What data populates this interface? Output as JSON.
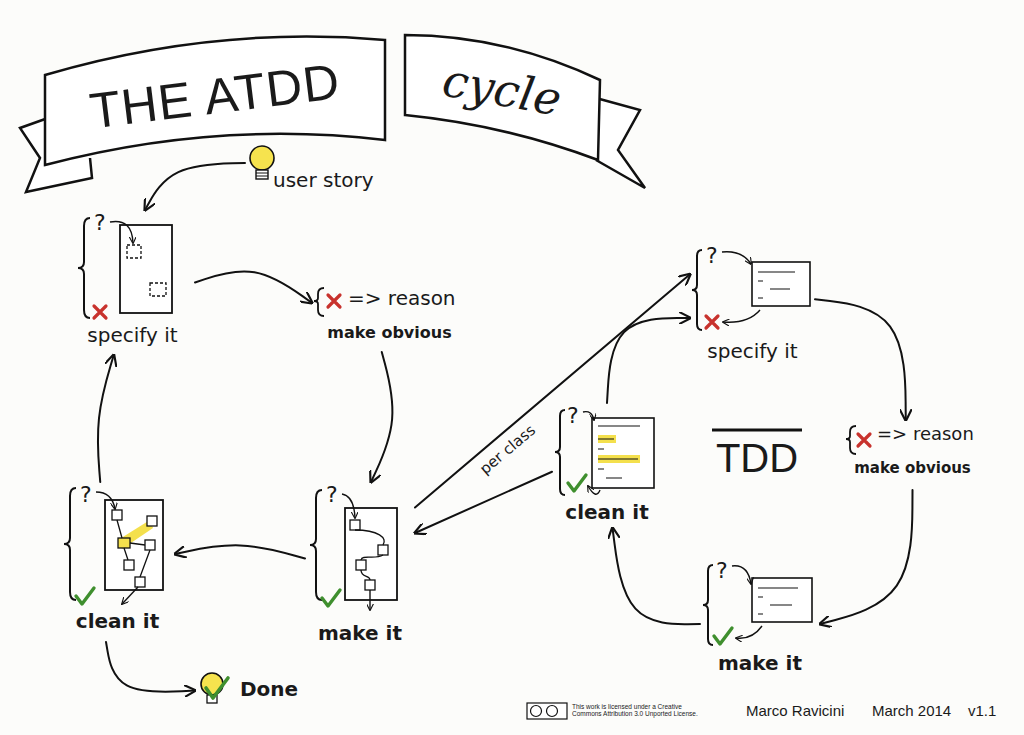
{
  "diagram": {
    "title": "THE ATDD",
    "nodes": [
      {
        "text": [
          "user story"
        ]
      },
      {
        "text": [
          "?",
          "specify it"
        ]
      },
      {
        "text": [
          "=> reason",
          "make obvious"
        ]
      },
      {
        "text": [
          "?",
          "make it"
        ]
      },
      {
        "text": [
          "?",
          "clean it"
        ]
      },
      {
        "text": [
          "Done"
        ]
      },
      {
        "text": [
          "?",
          "specify it"
        ]
      },
      {
        "text": [
          "=> reason",
          "make obvious"
        ]
      },
      {
        "text": [
          "?",
          "make it"
        ]
      },
      {
        "text": [
          "?",
          "clean it"
        ]
      }
    ],
    "edges": [
      {
        "from": 0,
        "to": 1,
        "arrow": "to"
      },
      {
        "from": 1,
        "to": 2,
        "arrow": "to"
      },
      {
        "from": 2,
        "to": 3,
        "arrow": "to"
      },
      {
        "from": 3,
        "to": 4,
        "arrow": "to"
      },
      {
        "from": 4,
        "to": 1,
        "arrow": "to"
      },
      {
        "from": 4,
        "to": 5,
        "arrow": "to"
      },
      {
        "from": 3,
        "to": 6,
        "label": "per class",
        "arrow": "to"
      },
      {
        "from": 6,
        "to": 7,
        "arrow": "to"
      },
      {
        "from": 7,
        "to": 8,
        "arrow": "to"
      },
      {
        "from": 8,
        "to": 9,
        "arrow": "to"
      },
      {
        "from": 9,
        "to": 6,
        "arrow": "to"
      },
      {
        "from": 9,
        "to": 3,
        "arrow": "to"
      }
    ],
    "labels": [
      "cycle",
      "TDD",
      "This work is licensed under a Creative Commons Attribution 3.0 Unported License.",
      "Marco Ravicini",
      "March 2014",
      "v1.1"
    ]
  }
}
